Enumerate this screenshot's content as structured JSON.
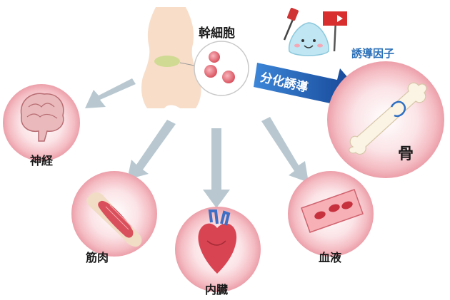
{
  "labels": {
    "stem_cell": "幹細胞",
    "induction_factor": "誘導因子",
    "differentiation": "分化誘導",
    "nerve": "神経",
    "muscle": "筋肉",
    "organ": "内臓",
    "blood": "血液",
    "bone": "骨"
  },
  "icons": {
    "body": "human-torso-icon",
    "cells": "stem-cells-icon",
    "mascot": "induction-factor-mascot-icon",
    "brain": "brain-icon",
    "muscle": "muscle-icon",
    "heart": "heart-icon",
    "blood": "blood-vessel-icon",
    "bone": "bone-icon"
  },
  "colors": {
    "arrow_gray": "#b9c8d0",
    "arrow_blue": "#1f5fb5",
    "circle_pink": "#f3b9c0",
    "body_skin": "#f8ddc9",
    "factor_text": "#2a6fb8"
  }
}
